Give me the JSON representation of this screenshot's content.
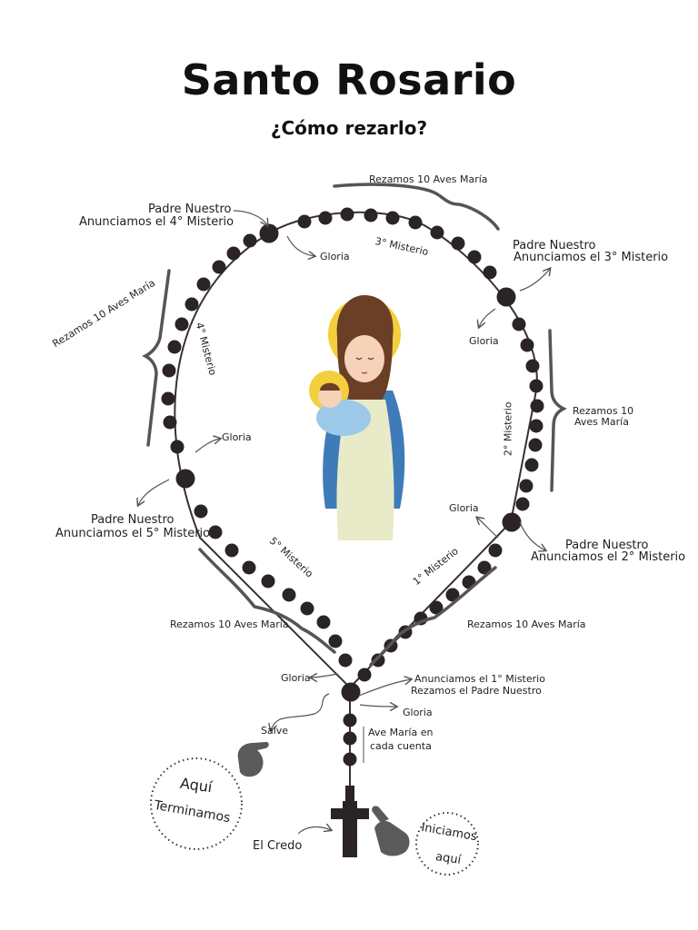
{
  "header": {
    "title": "Santo Rosario",
    "subtitle": "¿Cómo rezarlo?"
  },
  "labels": {
    "aves_top": "Rezamos 10 Aves María",
    "padre4_l1": "Padre Nuestro",
    "padre4_l2": "Anunciamos el 4° Misterio",
    "gloria_top": "Gloria",
    "misterio3": "3° Misterio",
    "padre3_l1": "Padre Nuestro",
    "padre3_l2": "Anunciamos el 3° Misterio",
    "gloria_right_top": "Gloria",
    "aves_left": "Rezamos 10 Aves María",
    "misterio4": "4° Misterio",
    "aves_right_l1": "Rezamos 10",
    "aves_right_l2": "Aves María",
    "misterio2": "2° Misterio",
    "gloria_left": "Gloria",
    "padre5_l1": "Padre Nuestro",
    "padre5_l2": "Anunciamos el 5° Misterio",
    "gloria_right": "Gloria",
    "padre2_l1": "Padre Nuestro",
    "padre2_l2": "Anunciamos el 2° Misterio",
    "misterio5": "5° Misterio",
    "misterio1": "1° Misterio",
    "aves_bottom_left": "Rezamos 10 Aves María",
    "aves_bottom_right": "Rezamos 10 Aves María",
    "gloria_center": "Gloria",
    "anuncia1_l1": "Anunciamos el 1° Misterio",
    "anuncia1_l2": "Rezamos el Padre Nuestro",
    "gloria_stem": "Gloria",
    "salve": "Salve",
    "ave_cada_l1": "Ave María en",
    "ave_cada_l2": "cada cuenta",
    "aqui_l1": "Aquí",
    "aqui_l2": "Terminamos",
    "credo": "El Credo",
    "inicia_l1": "Iniciamos",
    "inicia_l2": "aquí"
  },
  "colors": {
    "bead": "#2b2424",
    "string": "#3a3030",
    "brace": "#555555",
    "halo": "#f4cf3c",
    "veil": "#3f7bb8",
    "robe": "#e9ebc8",
    "hair": "#6b3e26",
    "skin": "#f6d3b8"
  },
  "icons": [
    "cross-icon",
    "pointing-hand-icon",
    "virgin-mary-illustration"
  ]
}
